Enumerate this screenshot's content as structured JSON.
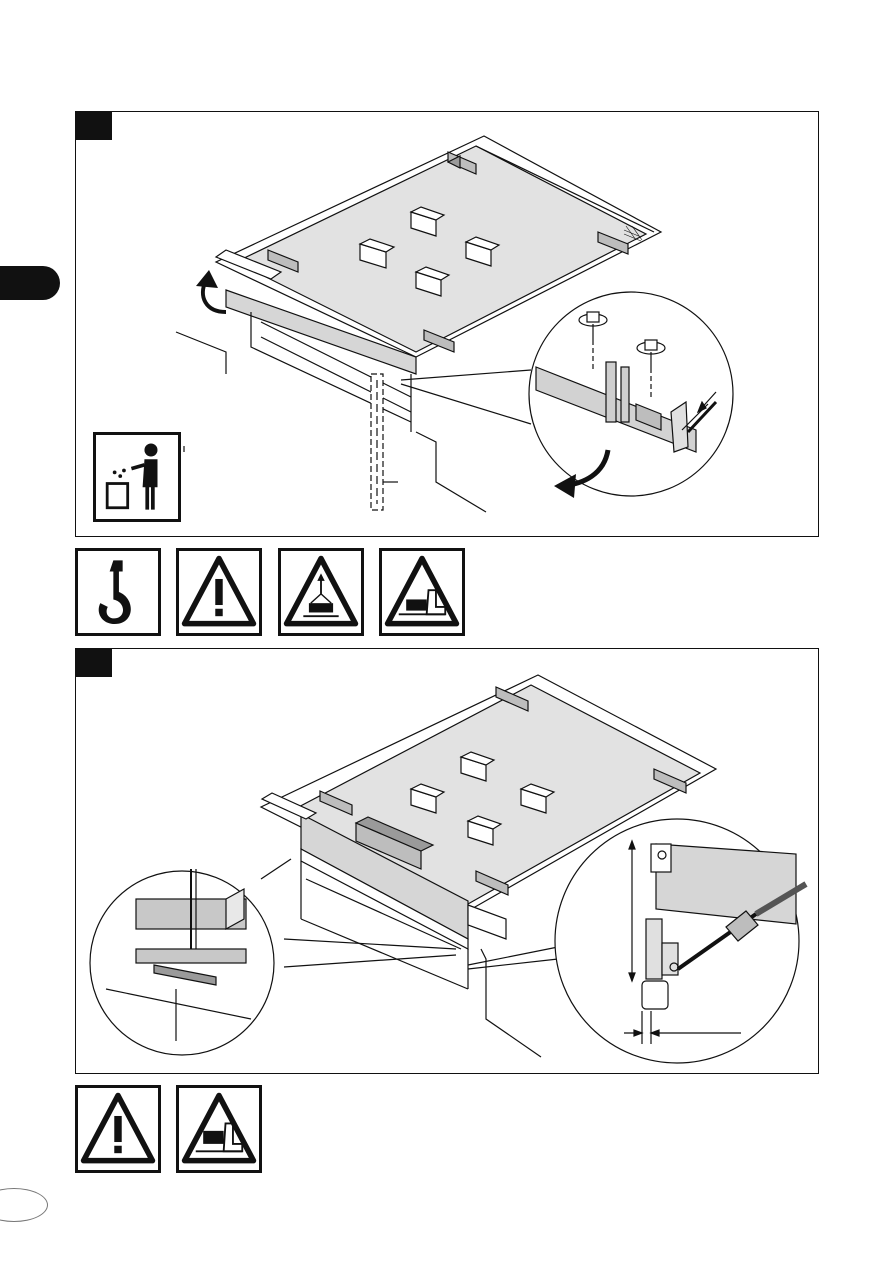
{
  "page": {
    "section_tab_color": "#111111",
    "accent_gray": "#dcdcdc",
    "line_color": "#111111"
  },
  "step1": {
    "badge": "",
    "signs": [
      "disposal-icon"
    ],
    "arrows": [
      "lift-arrow",
      "rotate-arrow"
    ]
  },
  "warning_row_1": {
    "signs": [
      "crane-hook-icon",
      "warning-icon",
      "suspended-load-icon",
      "crush-hazard-icon"
    ]
  },
  "step2": {
    "badge": "",
    "details": [
      "support-detail-callout",
      "gap-dimension-callout"
    ]
  },
  "warning_row_2": {
    "signs": [
      "warning-icon",
      "crush-hazard-icon"
    ]
  }
}
